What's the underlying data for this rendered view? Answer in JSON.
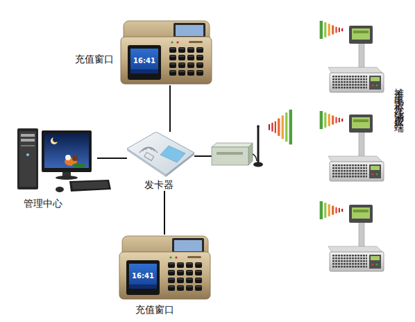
{
  "diagram": {
    "nodes": [
      {
        "text": [
          "充值窗口"
        ]
      },
      {
        "text": [
          "管理中心"
        ]
      },
      {
        "text": [
          "发卡器"
        ]
      },
      {
        "text": [
          "充值窗口"
        ]
      }
    ],
    "edges": [
      {
        "from": 0,
        "to": 2,
        "arrow": "none"
      },
      {
        "from": 1,
        "to": 2,
        "arrow": "none"
      },
      {
        "from": 2,
        "to": 3,
        "arrow": "none"
      }
    ],
    "labels": [
      "16:41",
      "16:41",
      "摊主电子称无线消费终端"
    ]
  }
}
